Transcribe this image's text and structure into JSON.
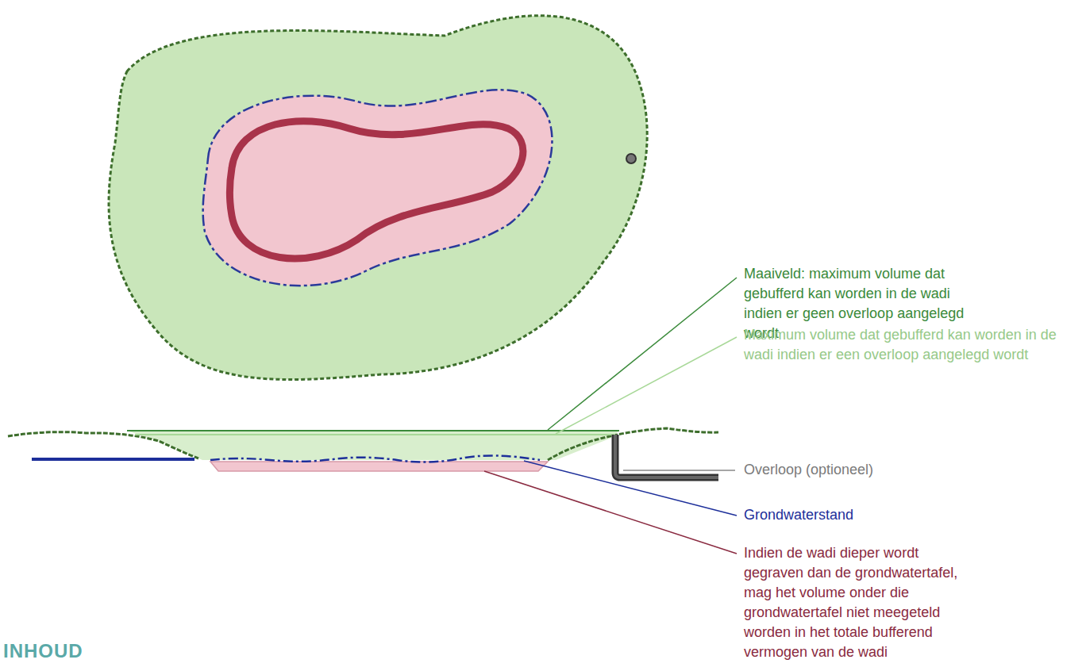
{
  "diagram": {
    "labels": [
      "Maaiveld: maximum volume dat gebufferd kan worden in de wadi indien er geen overloop aangelegd wordt",
      "Maximum volume dat gebufferd kan worden in de wadi indien er een overloop aangelegd wordt",
      "Overloop (optioneel)",
      "Grondwaterstand",
      "Indien de wadi dieper wordt gegraven dan de grondwatertafel, mag het volume onder die grondwatertafel niet meegeteld worden in het totale bufferend vermogen van de wadi",
      "INHOUD"
    ]
  }
}
